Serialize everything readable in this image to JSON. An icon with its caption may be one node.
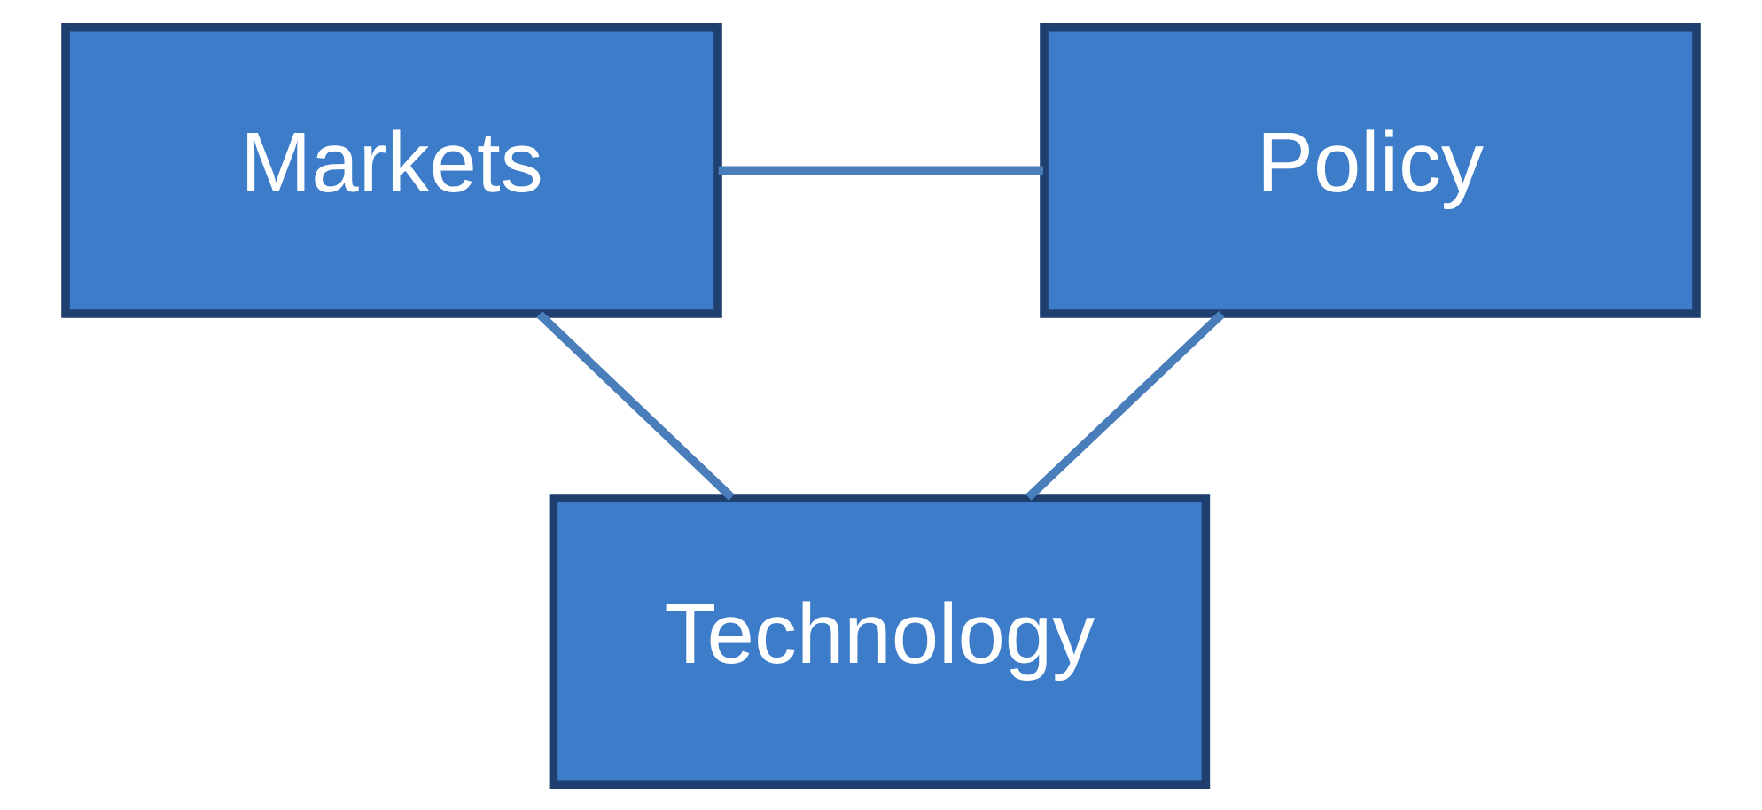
{
  "diagram": {
    "nodes": [
      {
        "text": [
          "Markets"
        ]
      },
      {
        "text": [
          "Policy"
        ]
      },
      {
        "text": [
          "Technology"
        ]
      }
    ],
    "edges": [
      {
        "from": 0,
        "to": 1,
        "arrow": "none"
      },
      {
        "from": 0,
        "to": 2,
        "arrow": "none"
      },
      {
        "from": 1,
        "to": 2,
        "arrow": "none"
      }
    ]
  }
}
